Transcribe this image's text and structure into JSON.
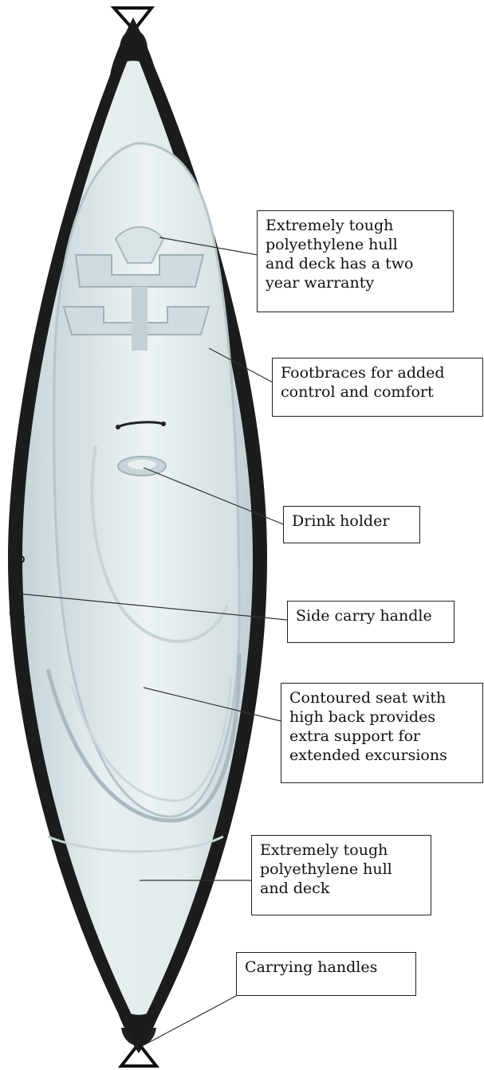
{
  "callouts": {
    "hull_deck_warranty": [
      "Extremely tough",
      "polyethylene hull",
      "and deck has a two",
      "year warranty"
    ],
    "footbraces": [
      "Footbraces for added",
      "control and comfort"
    ],
    "drink_holder": [
      "Drink holder"
    ],
    "side_handle": [
      "Side carry handle"
    ],
    "seat": [
      "Contoured seat with",
      "high back provides",
      "extra support for",
      "extended excursions"
    ],
    "hull_deck": [
      "Extremely tough",
      "polyethylene hull",
      "and deck"
    ],
    "carrying_handles": [
      "Carrying handles"
    ]
  },
  "colors": {
    "hull": "#dfe9ec",
    "hull_shadow": "#b9c9cd",
    "rim": "#1b1d1d",
    "leader": "#333333"
  }
}
